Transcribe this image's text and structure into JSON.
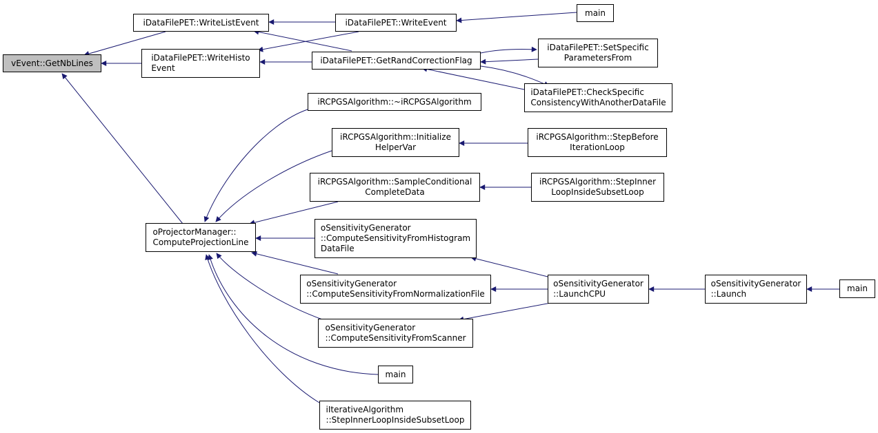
{
  "diagram": {
    "colors": {
      "edge": "#191970",
      "node_border": "#000000",
      "root_fill": "#bfbfbf",
      "node_fill": "#ffffff"
    },
    "nodes": {
      "root": "vEvent::GetNbLines",
      "write_list_event": "iDataFilePET::WriteListEvent",
      "write_event": "iDataFilePET::WriteEvent",
      "main_top": "main",
      "write_histo_event": "iDataFilePET::WriteHisto\nEvent",
      "get_rand_correction_flag": "iDataFilePET::GetRandCorrectionFlag",
      "set_specific_parameters_from": "iDataFilePET::SetSpecific\nParametersFrom",
      "check_specific_consistency": "iDataFilePET::CheckSpecific\nConsistencyWithAnotherDataFile",
      "rcpgs_destructor": "iRCPGSAlgorithm::~iRCPGSAlgorithm",
      "rcpgs_initialize_helper_var": "iRCPGSAlgorithm::Initialize\nHelperVar",
      "rcpgs_step_before_iteration_loop": "iRCPGSAlgorithm::StepBefore\nIterationLoop",
      "rcpgs_sample_conditional_complete_data": "iRCPGSAlgorithm::SampleConditional\nCompleteData",
      "rcpgs_step_inner_loop": "iRCPGSAlgorithm::StepInner\nLoopInsideSubsetLoop",
      "compute_projection_line": "oProjectorManager::\nComputeProjectionLine",
      "sens_from_histogram": "oSensitivityGenerator\n::ComputeSensitivityFromHistogram\nDataFile",
      "sens_from_normalization": "oSensitivityGenerator\n::ComputeSensitivityFromNormalizationFile",
      "sens_from_scanner": "oSensitivityGenerator\n::ComputeSensitivityFromScanner",
      "launch_cpu": "oSensitivityGenerator\n::LaunchCPU",
      "launch": "oSensitivityGenerator\n::Launch",
      "main_launch": "main",
      "main_mid": "main",
      "iterative_step_inner_loop": "iIterativeAlgorithm\n::StepInnerLoopInsideSubsetLoop"
    }
  }
}
